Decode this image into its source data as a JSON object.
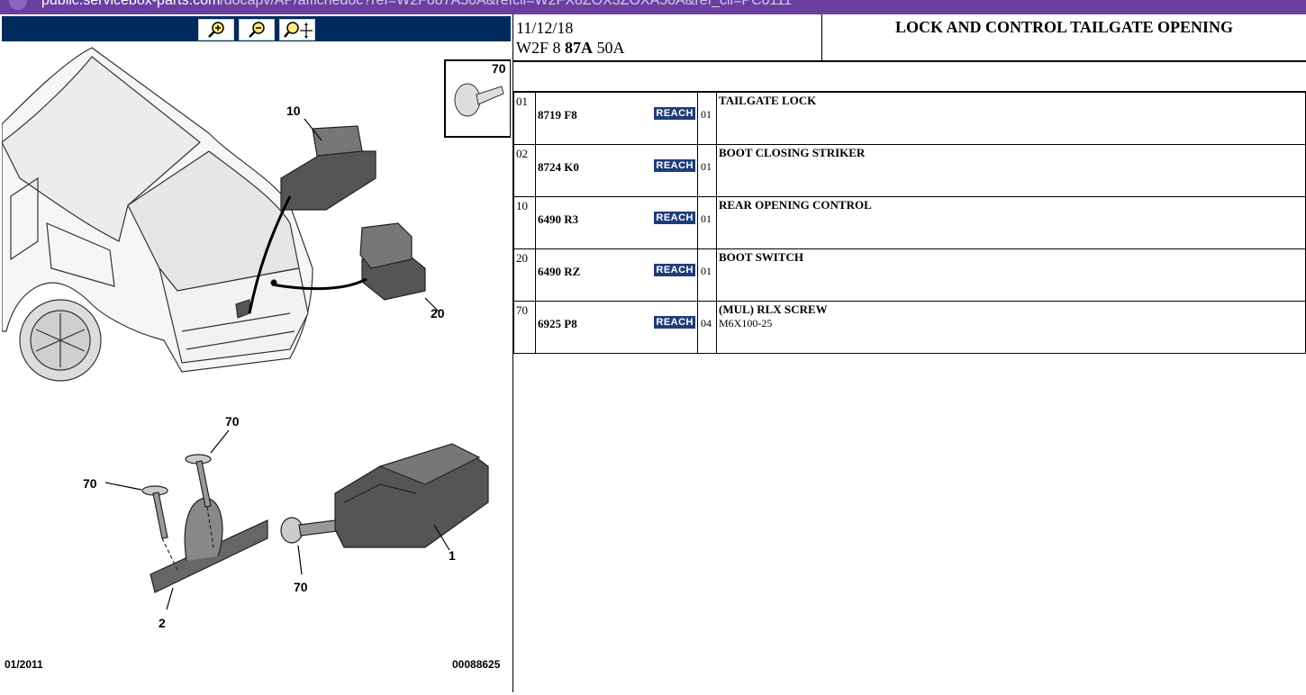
{
  "browser": {
    "url_host": "public.servicebox-parts.com",
    "url_path": "/docapv/AP/affichedoc?ref=W2F887A50A&refcli=W2FX8ZOX3ZOXA50A&ref_cli=PC0111"
  },
  "diagram": {
    "zoom_controls": [
      "zoom-in",
      "zoom-out",
      "zoom-pan"
    ],
    "labels": {
      "inset": "70",
      "l10": "10",
      "l20": "20",
      "l70a": "70",
      "l70b": "70",
      "l70c": "70",
      "l1": "1",
      "l2": "2"
    },
    "date_code": "01/2011",
    "drawing_number": "00088625"
  },
  "header": {
    "date": "11/12/18",
    "code_prefix": "W2F 8 ",
    "code_bold": "87A",
    "code_suffix": " 50A",
    "title": "LOCK AND CONTROL TAILGATE OPENING"
  },
  "parts": [
    {
      "pos": "01",
      "ref": "8719 F8",
      "badge": "REACH",
      "qty": "01",
      "name": "TAILGATE LOCK",
      "extra": ""
    },
    {
      "pos": "02",
      "ref": "8724 K0",
      "badge": "REACH",
      "qty": "01",
      "name": "BOOT CLOSING STRIKER",
      "extra": ""
    },
    {
      "pos": "10",
      "ref": "6490 R3",
      "badge": "REACH",
      "qty": "01",
      "name": "REAR OPENING CONTROL",
      "extra": ""
    },
    {
      "pos": "20",
      "ref": "6490 RZ",
      "badge": "REACH",
      "qty": "01",
      "name": "BOOT SWITCH",
      "extra": ""
    },
    {
      "pos": "70",
      "ref": "6925 P8",
      "badge": "REACH",
      "qty": "04",
      "name": "(MUL) RLX SCREW",
      "extra": "M6X100-25"
    }
  ],
  "colors": {
    "topbar": "#6b3fa0",
    "zoombar": "#002a5c",
    "reach_badge": "#1f3d78"
  }
}
